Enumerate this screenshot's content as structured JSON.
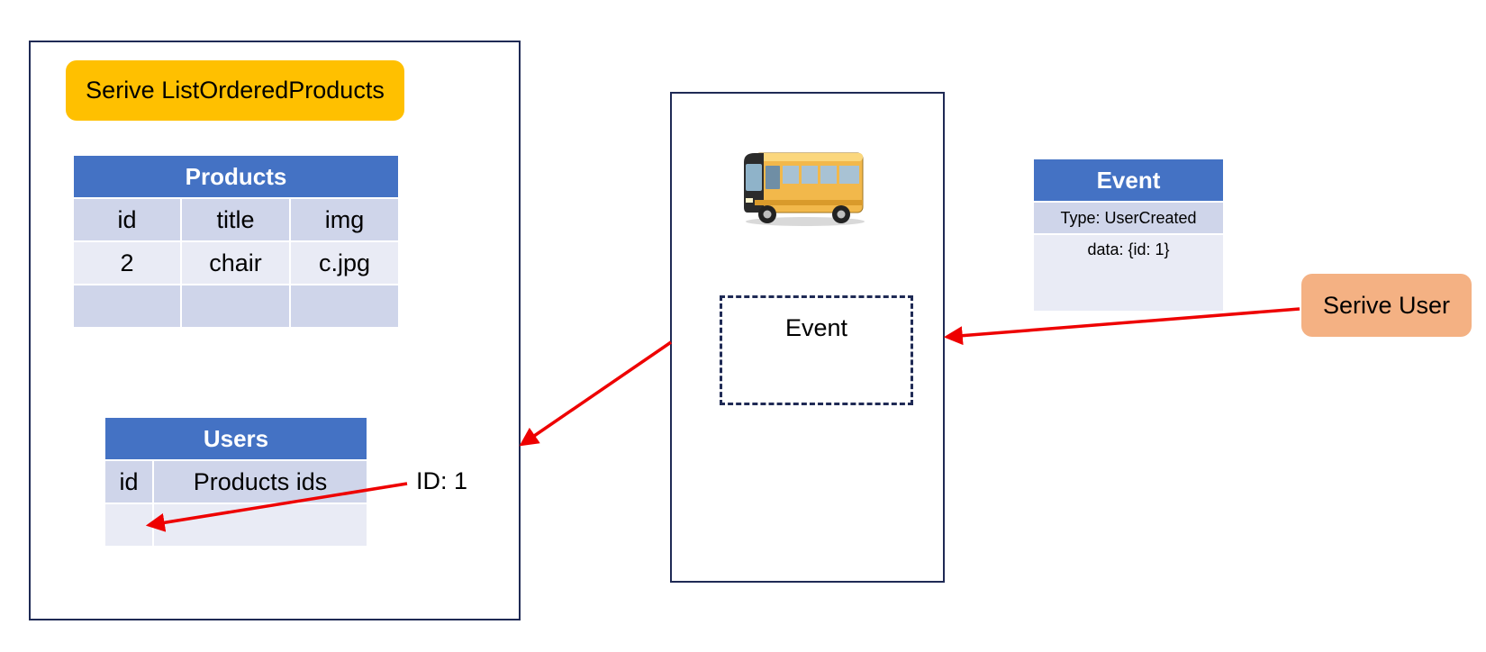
{
  "service_list": {
    "title": "Serive ListOrderedProducts"
  },
  "products_table": {
    "title": "Products",
    "headers": [
      "id",
      "title",
      "img"
    ],
    "rows": [
      [
        "2",
        "chair",
        "c.jpg"
      ],
      [
        "",
        "",
        ""
      ]
    ]
  },
  "users_table": {
    "title": "Users",
    "headers": [
      "id",
      "Products ids"
    ],
    "rows": [
      [
        "",
        ""
      ]
    ]
  },
  "message_label": "ID: 1",
  "bus": {
    "icon": "bus-icon",
    "event_slot_label": "Event"
  },
  "event_card": {
    "title": "Event",
    "type_line": "Type: UserCreated",
    "data_line": "data: {id: 1}"
  },
  "service_user": {
    "title": "Serive User"
  },
  "colors": {
    "service_title_bg": "#ffc000",
    "service_user_bg": "#f4b183",
    "table_header": "#4472c4",
    "arrow": "#ee0000",
    "frame_border": "#1f2a55"
  }
}
